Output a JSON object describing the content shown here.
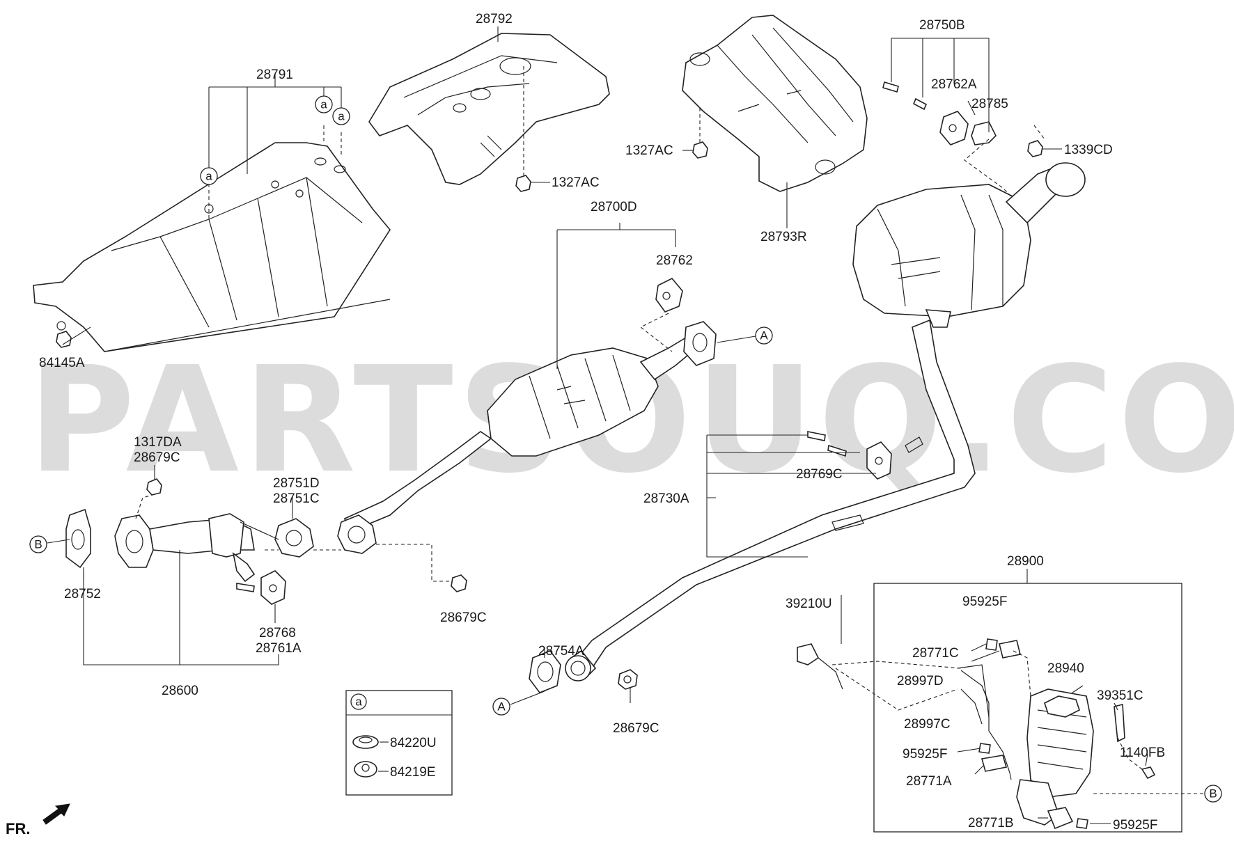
{
  "watermark": "PARTSOUQ.COM",
  "front_marker": "FR.",
  "callouts": {
    "a": "a",
    "A": "A",
    "B": "B"
  },
  "legend": {
    "header": "a",
    "items": [
      "84220U",
      "84219E"
    ]
  },
  "labels": {
    "p28791": "28791",
    "p28792": "28792",
    "p1327AC_top": "1327AC",
    "p1327AC_mid": "1327AC",
    "p28793R": "28793R",
    "p28750B": "28750B",
    "p28762A": "28762A",
    "p28785": "28785",
    "p1339CD": "1339CD",
    "p84145A": "84145A",
    "p28700D": "28700D",
    "p28762": "28762",
    "p1317DA": "1317DA",
    "p28679C_a": "28679C",
    "p28751D": "28751D",
    "p28751C": "28751C",
    "p28752": "28752",
    "p28768": "28768",
    "p28761A": "28761A",
    "p28600": "28600",
    "p28679C_b": "28679C",
    "p28769C": "28769C",
    "p28730A": "28730A",
    "p28900": "28900",
    "p39210U": "39210U",
    "p95925F_a": "95925F",
    "p28771C": "28771C",
    "p28940": "28940",
    "p28997D": "28997D",
    "p39351C": "39351C",
    "p28997C": "28997C",
    "p1140FB": "1140FB",
    "p95925F_b": "95925F",
    "p28771A": "28771A",
    "p28771B": "28771B",
    "p95925F_c": "95925F",
    "p28754A": "28754A",
    "p28679C_c": "28679C"
  }
}
